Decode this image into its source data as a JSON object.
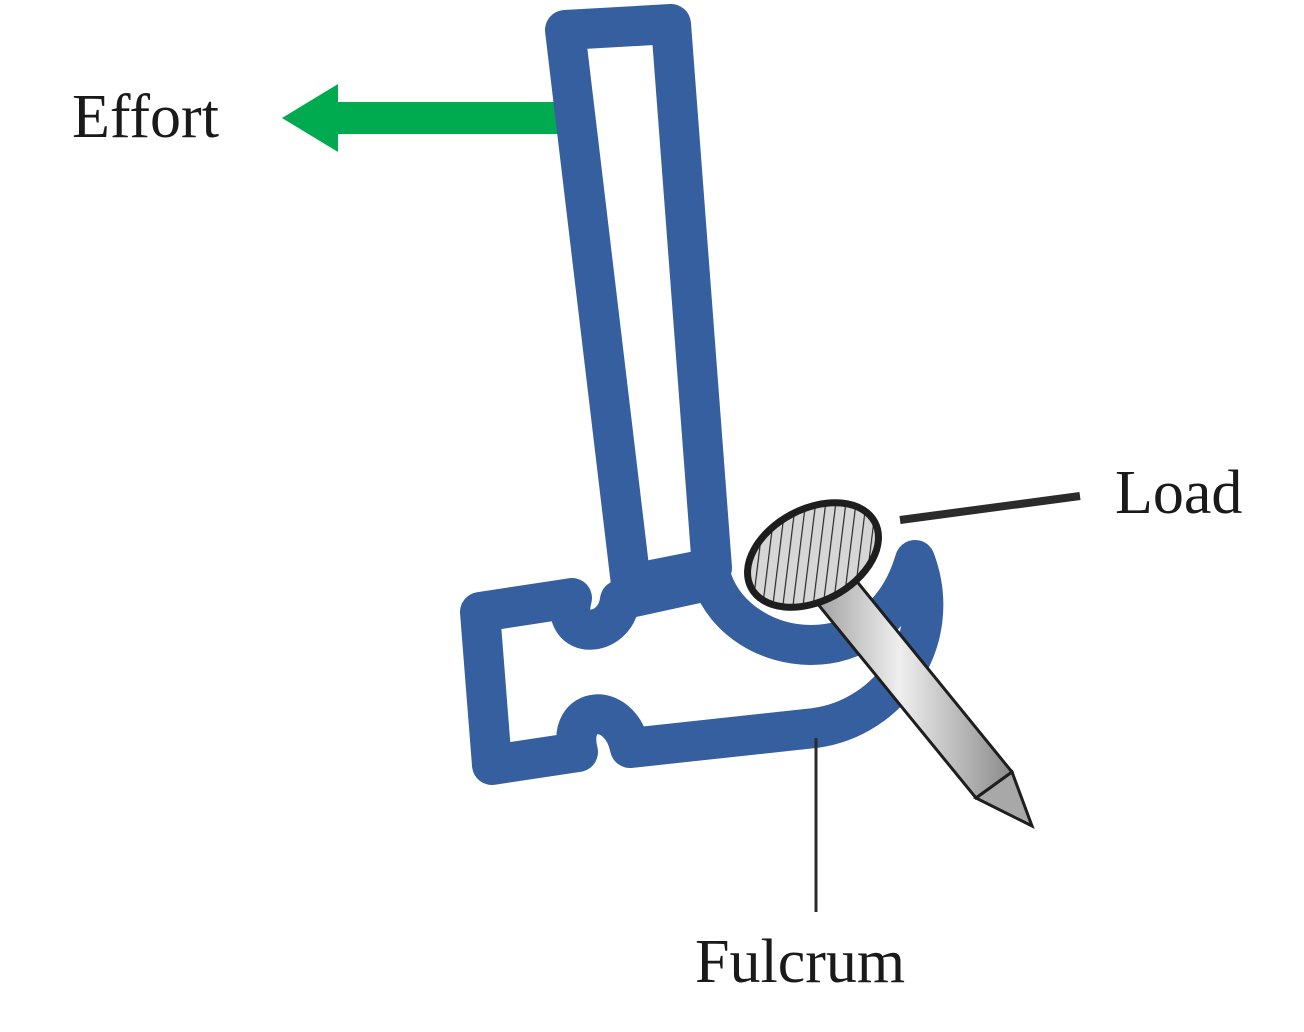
{
  "labels": {
    "effort": "Effort",
    "load": "Load",
    "fulcrum": "Fulcrum"
  },
  "colors": {
    "hammer_outline": "#355f9f",
    "effort_arrow": "#00ab4f",
    "leader_line": "#2b2b2b",
    "nail_body": "#c8c8c8",
    "nail_edge": "#1e1e1e",
    "text": "#1a1a1a",
    "background": "#ffffff"
  },
  "icons": {
    "effort_arrow": "arrow-left-icon",
    "nail": "nail-icon",
    "hammer": "claw-hammer-icon"
  }
}
